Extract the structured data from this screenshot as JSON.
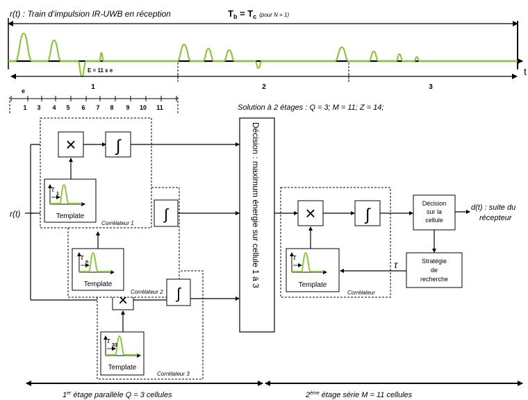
{
  "colors": {
    "pulse": "#8cc63f",
    "line": "#000000",
    "dash": "#444444"
  },
  "signal": {
    "title": "r(t) : Train d’impulsion IR-UWB en réception",
    "tb_main": "T",
    "tb_sub": "b",
    "tb_eq": " = T",
    "tc_sub": "c",
    "tb_note": "(pour N = 1)",
    "energy_label": "E = 11 x e",
    "t_axis": "t",
    "e_label": "e",
    "cells": [
      "1",
      "2",
      "3"
    ],
    "sub_cells": [
      "1",
      "3",
      "4",
      "5",
      "6",
      "7",
      "8",
      "9",
      "10",
      "11"
    ]
  },
  "solution_text": "Solution à 2 étages : Q = 3; M = 11; Z = 14;",
  "input_label": "r(t)",
  "multiply_symbol": "×",
  "integral_symbol": "∫",
  "template_label": "Template",
  "tau_symbol": "τ",
  "tau_subs": [
    "1",
    "n",
    "33"
  ],
  "correlators": [
    "Corrélateur 1",
    "Corrélateur 2",
    "Corrélateur 3",
    "Corrélateur"
  ],
  "decision_big": "Décision : maximum énergie sur cellule 1 à 3",
  "decision_cell": [
    "Décision",
    "sur la",
    "cellule"
  ],
  "strategy": [
    "Stratégie",
    "de",
    "recherche"
  ],
  "output": [
    "d(t) : suite du",
    "récepteur"
  ],
  "stage1": {
    "pre": "1",
    "sup": "er",
    "post": " étage parallèle Q = 3 cellules"
  },
  "stage2": {
    "pre": "2",
    "sup": "ème",
    "post": " étage série M = 11 cellules"
  }
}
